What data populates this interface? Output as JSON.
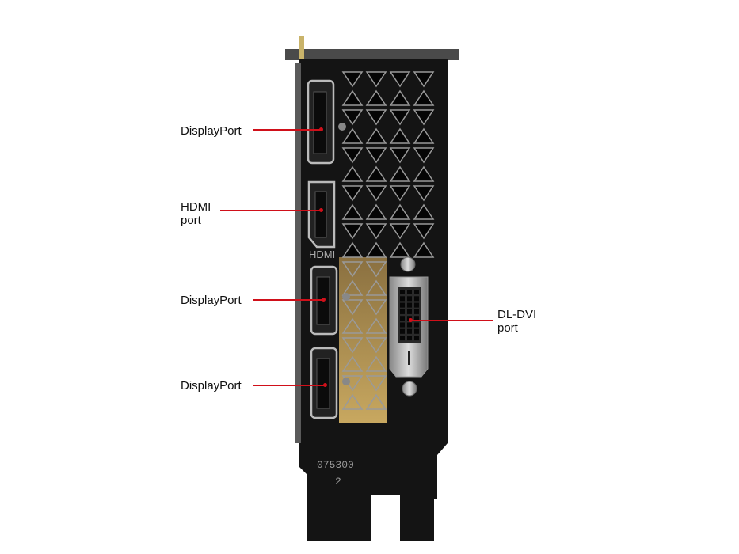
{
  "labels": {
    "dp1": "DisplayPort",
    "hdmi_line1": "HDMI",
    "hdmi_line2": "port",
    "dp2": "DisplayPort",
    "dp3": "DisplayPort",
    "dvi_line1": "DL-DVI",
    "dvi_line2": "port"
  },
  "bracket_marks": {
    "hdmi_print": "HDMI",
    "part_number": "075300",
    "revision": "2"
  },
  "colors": {
    "callout": "#d0101a",
    "bracket": "#141414"
  }
}
